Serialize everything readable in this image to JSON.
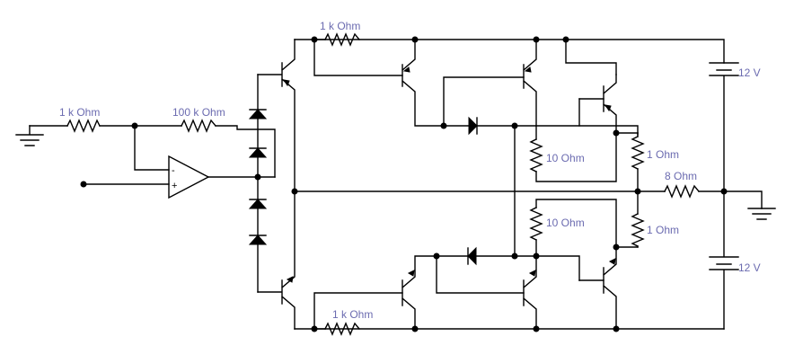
{
  "labels": {
    "r_in": "1 k Ohm",
    "r_fb": "100 k Ohm",
    "r_top": "1 k Ohm",
    "r_bot": "1 k Ohm",
    "r_10_top": "10 Ohm",
    "r_10_bot": "10 Ohm",
    "r_1_top": "1  Ohm",
    "r_1_bot": "1  Ohm",
    "r_load": "8  Ohm",
    "bat_top": "12 V",
    "bat_bot": "12 V"
  },
  "opamp": {
    "minus": "-",
    "plus": "+"
  }
}
